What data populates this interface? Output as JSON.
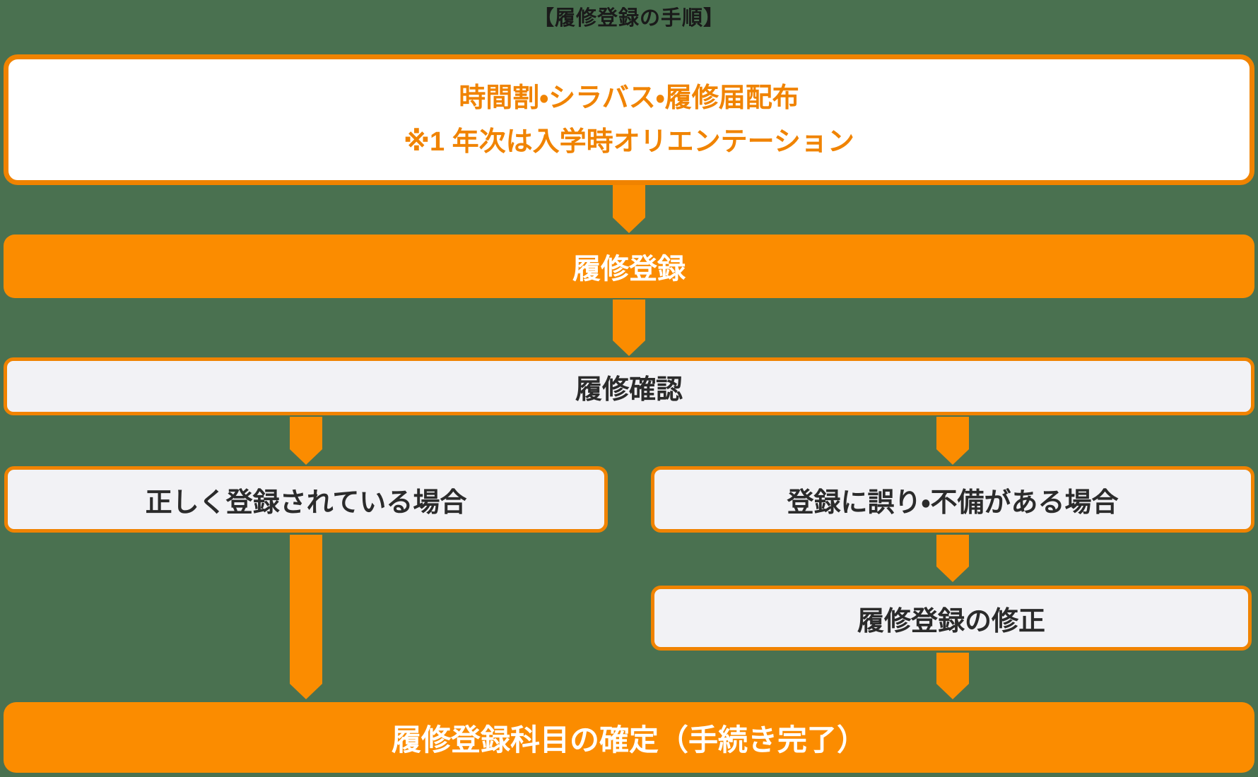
{
  "title": "【履修登録の手順】",
  "colors": {
    "background": "#4A7150",
    "orange": "#FB8C00",
    "orange-deep": "#F08300",
    "box-white": "#FFFFFF",
    "box-light": "#F2F2F5",
    "text-dark": "#2B2B2B",
    "text-white": "#FFFFFF",
    "title-color": "#1A1A1A"
  },
  "flow": {
    "distribution": {
      "line1": "時間割・シラバス・履修届配布",
      "note": "※1 年次は入学時オリエンテーション"
    },
    "registration": {
      "label": "履修登録"
    },
    "confirmation": {
      "label": "履修確認"
    },
    "branch_correct": {
      "label": "正しく登録されている場合"
    },
    "branch_error": {
      "label": "登録に誤り・不備がある場合"
    },
    "fix": {
      "label": "履修登録の修正"
    },
    "final": {
      "label": "履修登録科目の確定（手続き完了）"
    }
  }
}
